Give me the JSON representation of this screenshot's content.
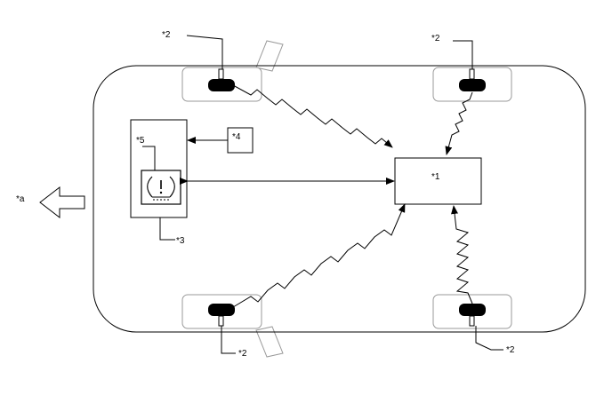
{
  "labels": {
    "ecu": "*1",
    "sensor_fl": "*2",
    "sensor_fr": "*2",
    "sensor_rl": "*2",
    "sensor_rr": "*2",
    "combination_meter": "*3",
    "switch": "*4",
    "warning_light": "*5",
    "front_direction": "*a"
  },
  "icons": {
    "warning_light": "tire-pressure-warning-icon",
    "front_direction": "arrow-left-icon"
  }
}
